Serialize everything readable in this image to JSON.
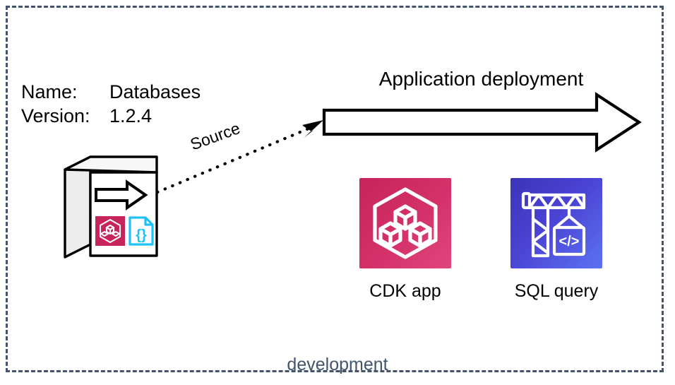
{
  "environment": {
    "label": "development",
    "border_color": "#44546a",
    "label_color": "#44546a"
  },
  "package": {
    "fields": [
      {
        "key": "Name:",
        "value": "Databases"
      },
      {
        "key": "Version:",
        "value": "1.2.4"
      }
    ],
    "icon_name": "package-box-icon",
    "badges": [
      {
        "name": "cdk-construct-badge",
        "color": "#c7245a"
      },
      {
        "name": "json-file-badge",
        "color": "#1ec2f5"
      }
    ]
  },
  "connector": {
    "label": "Source",
    "style": "dotted-arrow",
    "icon_name": "source-arrow-icon"
  },
  "deployment": {
    "title": "Application deployment",
    "arrow_name": "application-deployment-arrow"
  },
  "resources": [
    {
      "caption": "CDK app",
      "icon_name": "aws-cdk-icon",
      "color": "#c7245a"
    },
    {
      "caption": "SQL query",
      "icon_name": "crane-code-icon",
      "color": "#4a43d4"
    }
  ]
}
